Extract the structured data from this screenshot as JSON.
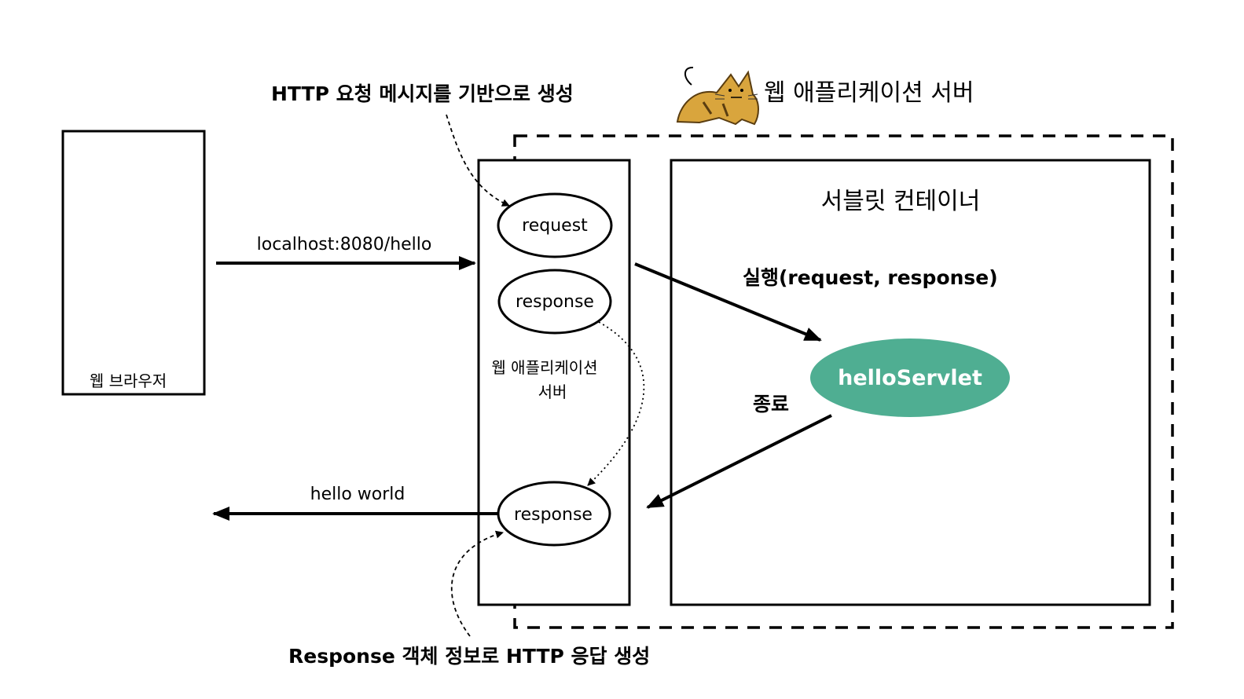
{
  "annotations": {
    "top_note": "HTTP 요청 메시지를 기반으로 생성",
    "bottom_note": "Response 객체 정보로 HTTP 응답 생성"
  },
  "tomcat": {
    "title": "웹 애플리케이션 서버",
    "icon": "tomcat-cat-icon"
  },
  "browser": {
    "label": "웹 브라우저"
  },
  "web_server": {
    "label_line1": "웹 애플리케이션",
    "label_line2": "서버",
    "request": "request",
    "response_top": "response",
    "response_bottom": "response"
  },
  "servlet_container": {
    "title": "서블릿 컨테이너",
    "servlet": "helloServlet",
    "servlet_color": "#4fae92"
  },
  "edges": {
    "url": "localhost:8080/hello",
    "execute": "실행(request, response)",
    "finish": "종료",
    "result": "hello world"
  }
}
